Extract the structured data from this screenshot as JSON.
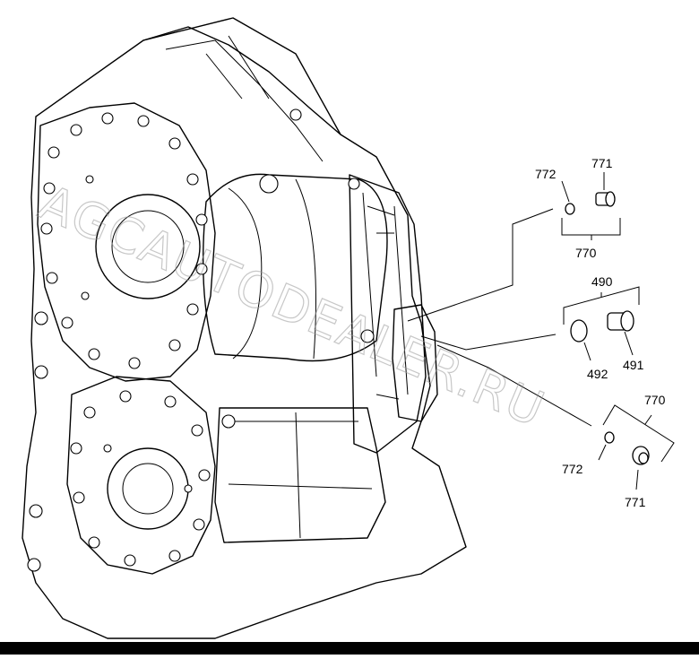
{
  "watermark": "AGCAUTODEALER.RU",
  "callouts": {
    "top_seal": "772",
    "top_plug": "771",
    "top_kit": "770",
    "mid_kit": "490",
    "mid_seal": "492",
    "mid_plug": "491",
    "low_kit": "770",
    "low_seal": "772",
    "low_plug": "771"
  },
  "colors": {
    "line": "#000000",
    "background": "#ffffff",
    "watermark": "#9a9a9a"
  }
}
